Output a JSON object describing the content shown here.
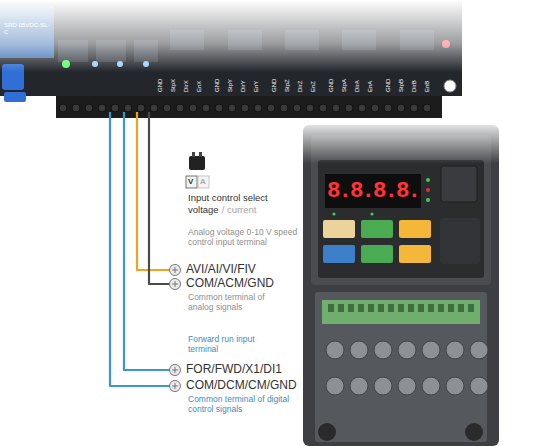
{
  "diagram": {
    "labels": [
      "SRD-05VDC-SL-C",
      "GND",
      "StpX",
      "DirX",
      "EnX",
      "GND",
      "StpY",
      "DirY",
      "EnY",
      "GND",
      "StpZ",
      "DirZ",
      "EnZ",
      "GND",
      "StpA",
      "DirA",
      "EnA",
      "GND",
      "StpB",
      "DirB",
      "EnB",
      "V",
      "A",
      "Input control select",
      "voltage",
      "/ current",
      "Analog voltage 0-10 V speed control input terminal",
      "AVI/AI/VI/FIV",
      "COM/ACM/GND",
      "Common terminal of analog signals",
      "Forward run input terminal",
      "FOR/FWD/X1/DI1",
      "COM/DCM/CM/GND",
      "Common terminal of digital control signals",
      "8.8.8.8."
    ]
  }
}
